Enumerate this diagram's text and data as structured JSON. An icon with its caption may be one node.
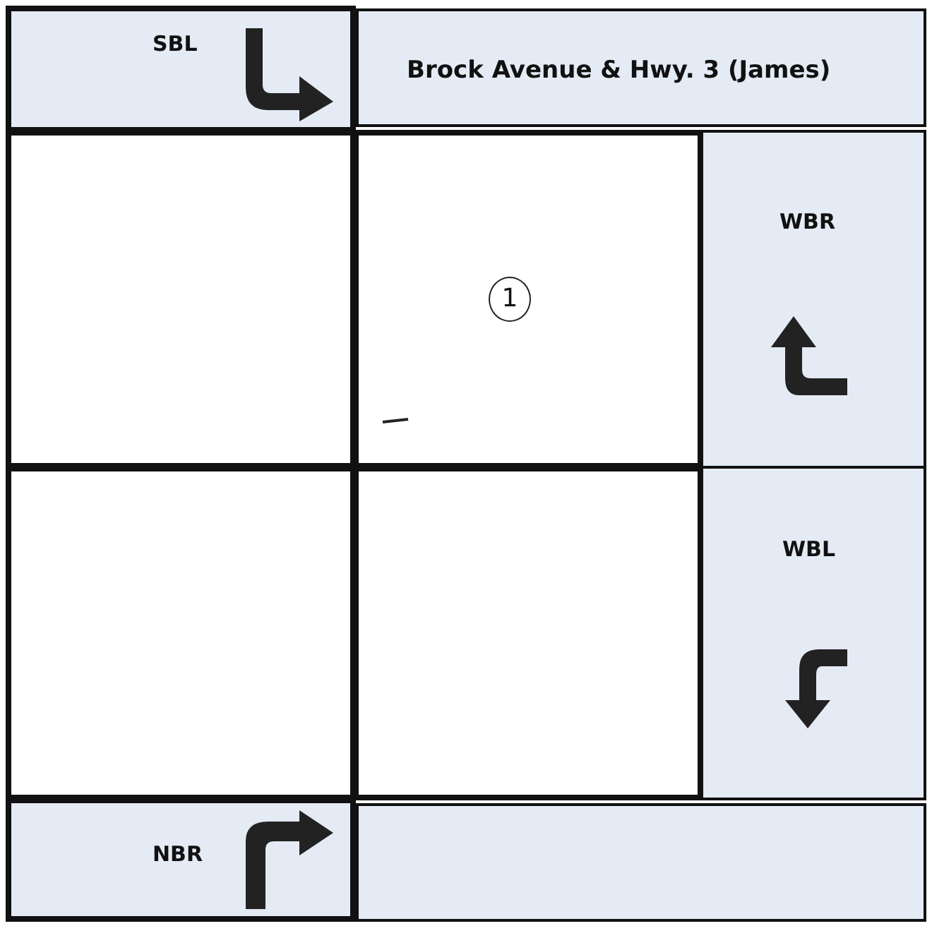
{
  "diagram": {
    "labels": [
      "SBL",
      "Brock Avenue & Hwy. 3 (James)",
      "WBR",
      "1",
      "WBL",
      "NBR"
    ]
  }
}
